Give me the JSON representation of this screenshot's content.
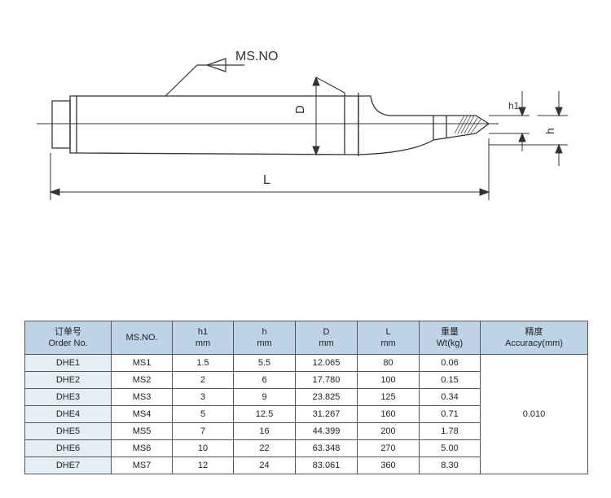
{
  "drawing": {
    "callout_label": "MS.NO",
    "dim_d": "D",
    "dim_l": "L",
    "dim_h1": "h1",
    "dim_h": "h"
  },
  "table": {
    "headers": [
      {
        "line1": "订单号",
        "line2": "Order No."
      },
      {
        "line1": "MS.NO.",
        "line2": ""
      },
      {
        "line1": "h1",
        "line2": "mm"
      },
      {
        "line1": "h",
        "line2": "mm"
      },
      {
        "line1": "D",
        "line2": "mm"
      },
      {
        "line1": "L",
        "line2": "mm"
      },
      {
        "line1": "重量",
        "line2": "Wt(kg)"
      },
      {
        "line1": "精度",
        "line2": "Accuracy(mm)"
      }
    ],
    "rows": [
      {
        "order": "DHE1",
        "ms": "MS1",
        "h1": "1.5",
        "h": "5.5",
        "d": "12.065",
        "l": "80",
        "wt": "0.06"
      },
      {
        "order": "DHE2",
        "ms": "MS2",
        "h1": "2",
        "h": "6",
        "d": "17.780",
        "l": "100",
        "wt": "0.15"
      },
      {
        "order": "DHE3",
        "ms": "MS3",
        "h1": "3",
        "h": "9",
        "d": "23.825",
        "l": "125",
        "wt": "0.34"
      },
      {
        "order": "DHE4",
        "ms": "MS4",
        "h1": "5",
        "h": "12.5",
        "d": "31.267",
        "l": "160",
        "wt": "0.71"
      },
      {
        "order": "DHE5",
        "ms": "MS5",
        "h1": "7",
        "h": "16",
        "d": "44.399",
        "l": "200",
        "wt": "1.78"
      },
      {
        "order": "DHE6",
        "ms": "MS6",
        "h1": "10",
        "h": "22",
        "d": "63.348",
        "l": "270",
        "wt": "5.00"
      },
      {
        "order": "DHE7",
        "ms": "MS7",
        "h1": "12",
        "h": "24",
        "d": "83.061",
        "l": "360",
        "wt": "8.30"
      }
    ],
    "accuracy": "0.010"
  }
}
